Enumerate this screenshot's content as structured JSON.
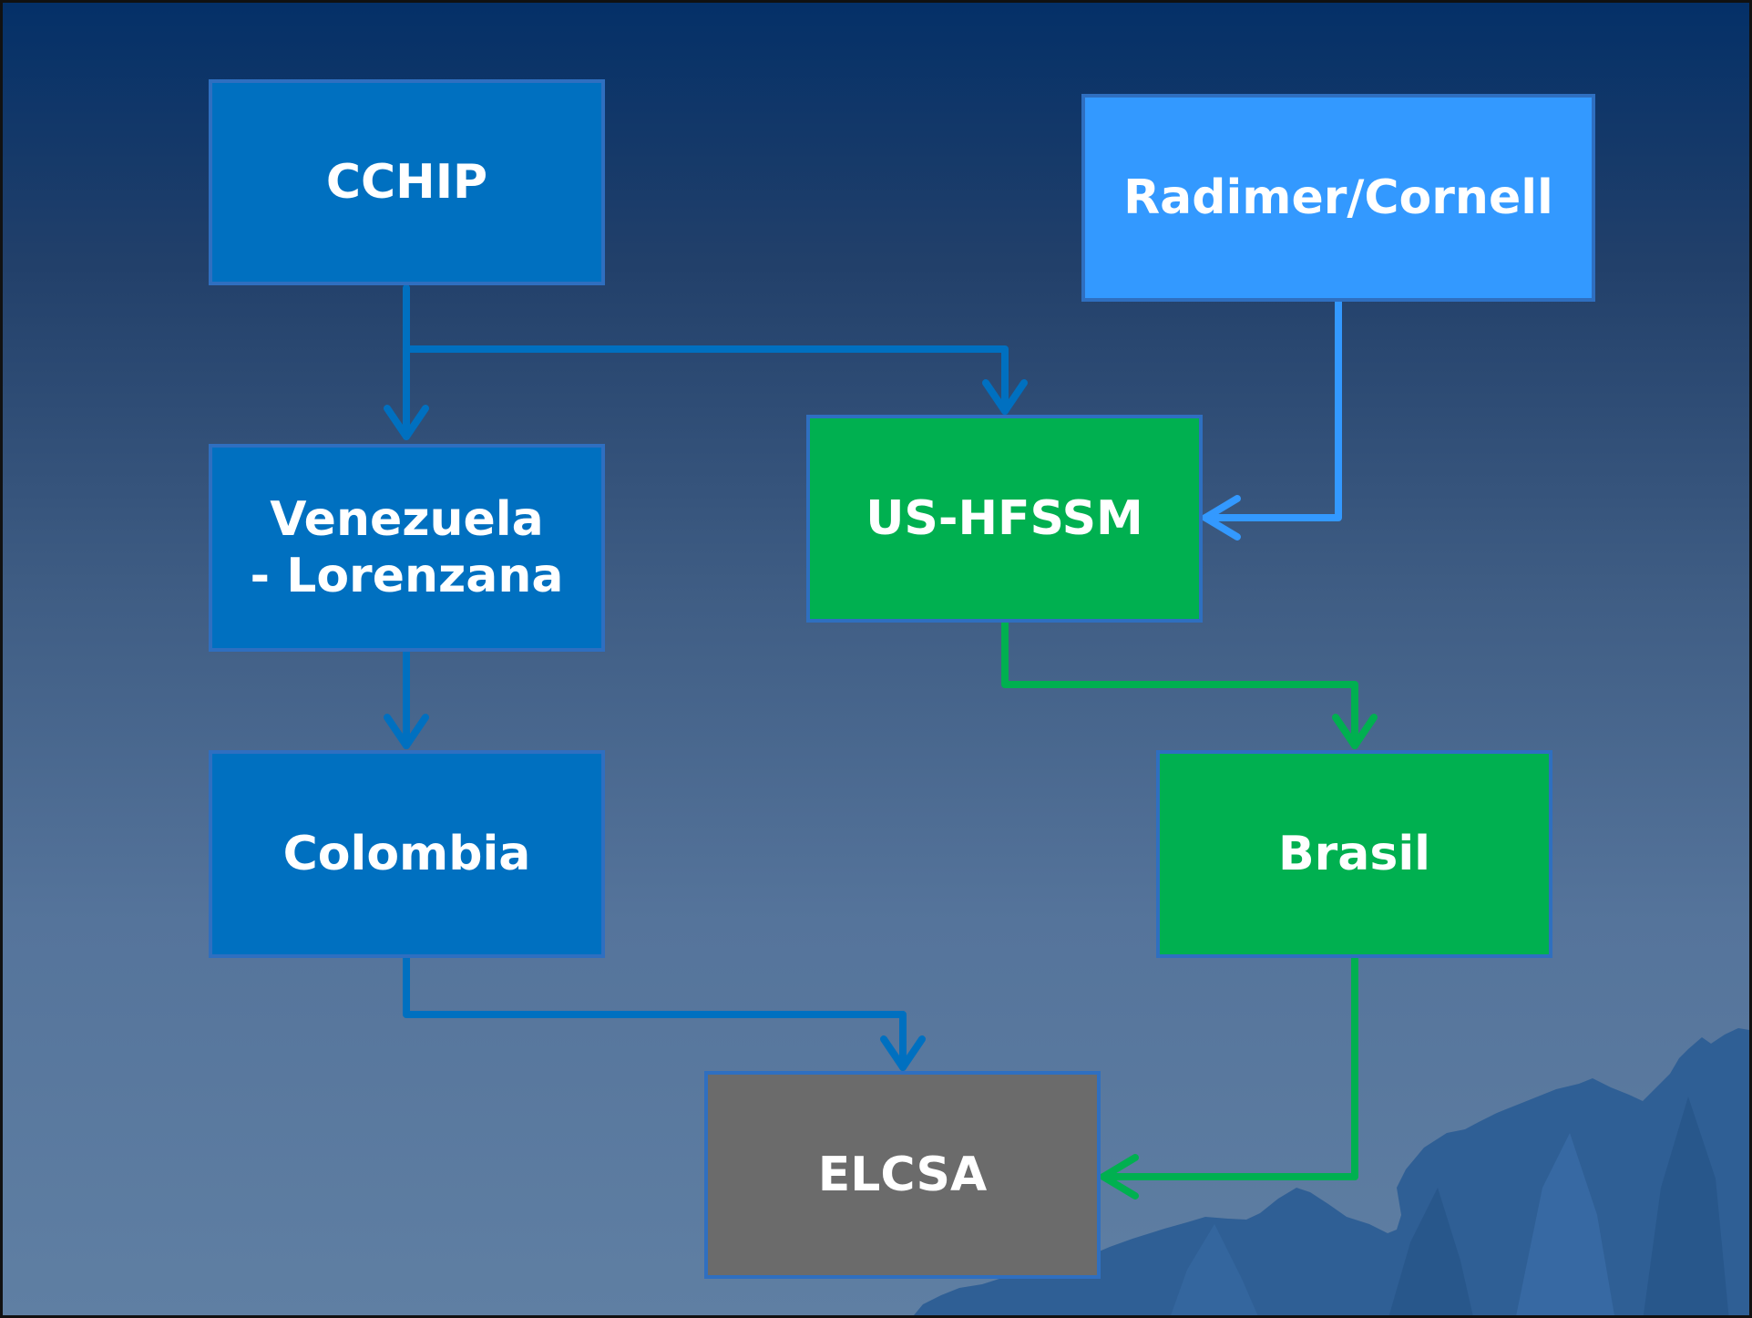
{
  "diagram": {
    "nodes": [
      {
        "id": "cchip",
        "label": "CCHIP"
      },
      {
        "id": "radimer",
        "label": "Radimer/Cornell"
      },
      {
        "id": "venezuela",
        "label": "Venezuela\n- Lorenzana"
      },
      {
        "id": "ushfssm",
        "label": "US-HFSSM"
      },
      {
        "id": "colombia",
        "label": "Colombia"
      },
      {
        "id": "brasil",
        "label": "Brasil"
      },
      {
        "id": "elcsa",
        "label": "ELCSA"
      }
    ],
    "edges": [
      {
        "from": "cchip",
        "to": "venezuela"
      },
      {
        "from": "cchip",
        "to": "ushfssm"
      },
      {
        "from": "radimer",
        "to": "ushfssm"
      },
      {
        "from": "venezuela",
        "to": "colombia"
      },
      {
        "from": "ushfssm",
        "to": "brasil"
      },
      {
        "from": "colombia",
        "to": "elcsa"
      },
      {
        "from": "brasil",
        "to": "elcsa"
      }
    ],
    "colors": {
      "dark_blue": "#0070c0",
      "light_blue": "#3399ff",
      "green": "#00b050",
      "grey": "#6b6b6b",
      "border": "#2f6fc0"
    }
  }
}
